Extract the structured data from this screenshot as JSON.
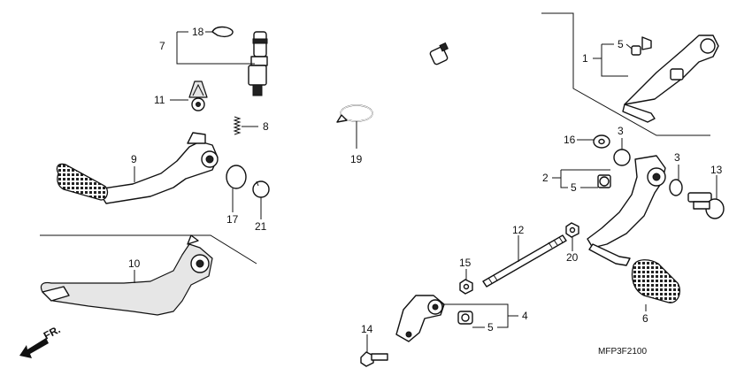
{
  "diagram": {
    "code": "MFP3F2100",
    "direction_label": "FR.",
    "callouts": {
      "c1": "1",
      "c2": "2",
      "c3a": "3",
      "c3b": "3",
      "c4": "4",
      "c5a": "5",
      "c5b": "5",
      "c5c": "5",
      "c6": "6",
      "c7": "7",
      "c8": "8",
      "c9": "9",
      "c10": "10",
      "c11": "11",
      "c12": "12",
      "c13": "13",
      "c14": "14",
      "c15": "15",
      "c16": "16",
      "c17": "17",
      "c18": "18",
      "c19": "19",
      "c20": "20",
      "c21": "21"
    }
  }
}
